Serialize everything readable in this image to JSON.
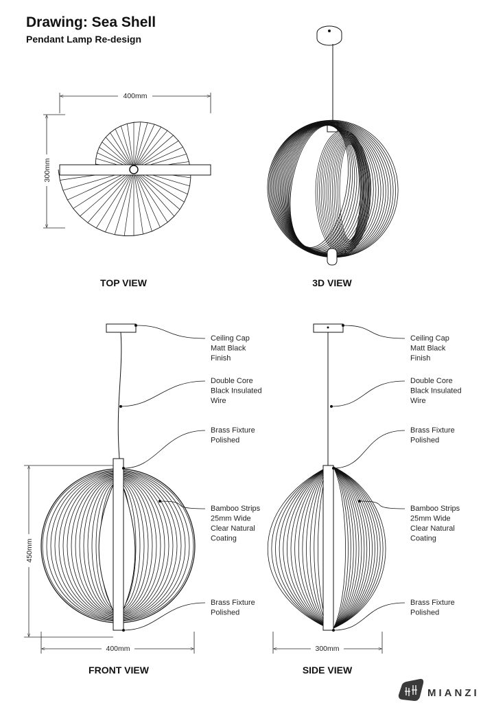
{
  "header": {
    "title": "Drawing: Sea Shell",
    "subtitle": "Pendant Lamp Re-design"
  },
  "views": {
    "top": {
      "label": "TOP VIEW",
      "width_dim": "400mm",
      "height_dim": "300mm"
    },
    "three_d": {
      "label": "3D VIEW"
    },
    "front": {
      "label": "FRONT VIEW",
      "height_dim": "450mm",
      "width_dim": "400mm"
    },
    "side": {
      "label": "SIDE VIEW",
      "width_dim": "300mm"
    }
  },
  "callouts": [
    {
      "lines": [
        "Ceiling Cap",
        "Matt Black",
        "Finish"
      ]
    },
    {
      "lines": [
        "Double Core",
        "Black Insulated",
        "Wire"
      ]
    },
    {
      "lines": [
        "Brass Fixture",
        "Polished"
      ]
    },
    {
      "lines": [
        "Bamboo Strips",
        "25mm Wide",
        "Clear Natural",
        "Coating"
      ]
    },
    {
      "lines": [
        "Brass Fixture",
        "Polished"
      ]
    }
  ],
  "brand": {
    "name": "MIANZI",
    "logo_color": "#3a3a3a"
  }
}
